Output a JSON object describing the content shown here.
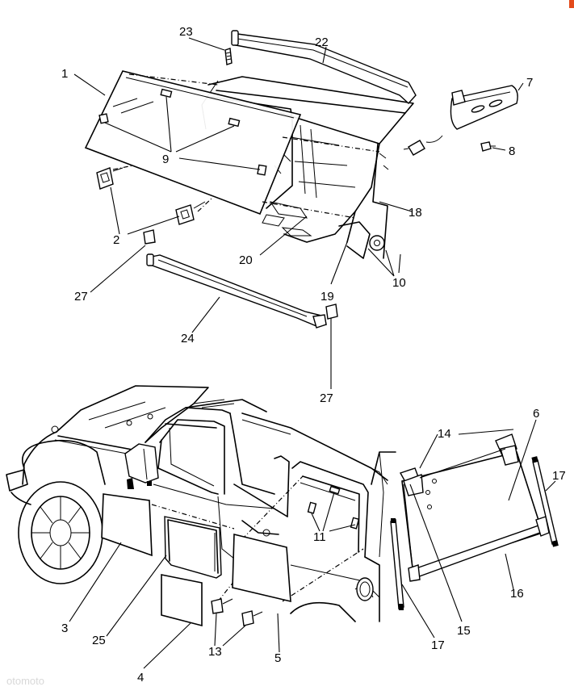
{
  "labels": {
    "n1": "1",
    "n2": "2",
    "n3": "3",
    "n4": "4",
    "n5": "5",
    "n6": "6",
    "n7": "7",
    "n8": "8",
    "n9": "9",
    "n10": "10",
    "n11": "11",
    "n13": "13",
    "n14": "14",
    "n15": "15",
    "n16": "16",
    "n17a": "17",
    "n17b": "17",
    "n18": "18",
    "n19": "19",
    "n20": "20",
    "n22": "22",
    "n23": "23",
    "n24": "24",
    "n25": "25",
    "n27a": "27",
    "n27b": "27"
  },
  "watermark": "otomoto"
}
